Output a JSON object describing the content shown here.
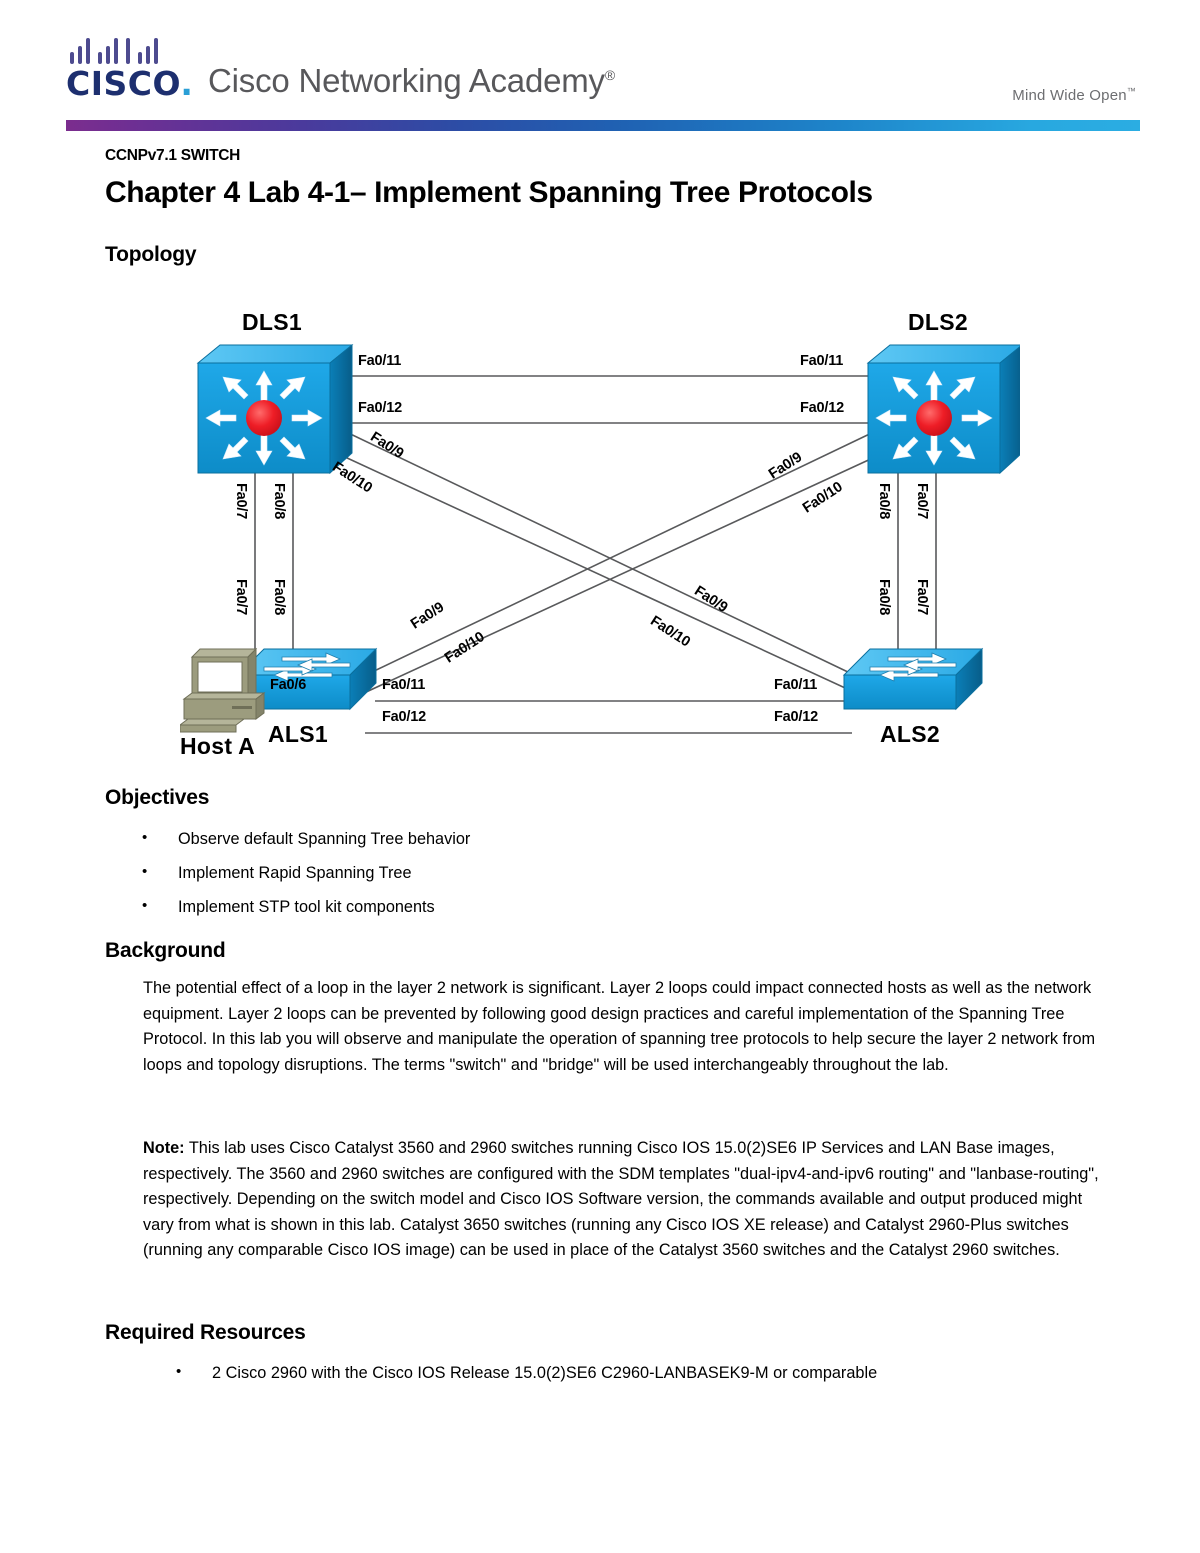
{
  "header": {
    "logo_wordmark": "CISCO",
    "logo_dot": ".",
    "academy_title": "Cisco Networking Academy",
    "academy_registered": "®",
    "tagline": "Mind Wide Open",
    "tagline_tm": "™",
    "gradient_start": "#7b2d8e",
    "gradient_end": "#2badE2"
  },
  "document": {
    "course_code": "CCNPv7.1 SWITCH",
    "lab_title": "Chapter 4 Lab 4-1– Implement Spanning Tree Protocols",
    "section_topology": "Topology",
    "section_objectives": "Objectives",
    "section_background": "Background",
    "section_required_resources": "Required Resources"
  },
  "objectives": [
    "Observe default Spanning Tree behavior",
    "Implement Rapid Spanning Tree",
    "Implement STP tool kit components"
  ],
  "background": {
    "paragraph1": "The potential effect of a loop in the layer 2 network is significant. Layer 2 loops could impact connected hosts as well as the network equipment. Layer 2 loops can be prevented by following good design practices and careful implementation of the Spanning Tree Protocol. In this lab you will observe and manipulate the operation of spanning tree protocols to help secure the layer 2 network from loops and topology disruptions. The terms \"switch\" and \"bridge\" will be used interchangeably throughout the lab.",
    "note_label": "Note:",
    "note_text": " This lab uses Cisco Catalyst 3560 and 2960 switches running Cisco IOS 15.0(2)SE6 IP Services and LAN Base images, respectively. The 3560 and 2960 switches are configured with the SDM templates \"dual-ipv4-and-ipv6 routing\" and \"lanbase-routing\", respectively. Depending on the switch model and Cisco IOS Software version, the commands available and output produced might vary from what is shown in this lab. Catalyst 3650 switches (running any Cisco IOS XE release) and Catalyst 2960-Plus switches (running any comparable Cisco IOS image) can be used in place of the Catalyst 3560 switches and the Catalyst 2960 switches."
  },
  "required_resources": [
    "2 Cisco 2960 with the Cisco IOS Release 15.0(2)SE6 C2960-LANBASEK9-M or comparable"
  ],
  "topology": {
    "nodes": [
      {
        "id": "DLS1",
        "label": "DLS1",
        "type": "multilayer-switch"
      },
      {
        "id": "DLS2",
        "label": "DLS2",
        "type": "multilayer-switch"
      },
      {
        "id": "ALS1",
        "label": "ALS1",
        "type": "access-switch"
      },
      {
        "id": "ALS2",
        "label": "ALS2",
        "type": "access-switch"
      },
      {
        "id": "HostA",
        "label": "Host A",
        "type": "workstation"
      }
    ],
    "links": [
      {
        "from": "DLS1",
        "to": "DLS2",
        "from_port": "Fa0/11",
        "to_port": "Fa0/11"
      },
      {
        "from": "DLS1",
        "to": "DLS2",
        "from_port": "Fa0/12",
        "to_port": "Fa0/12"
      },
      {
        "from": "DLS1",
        "to": "ALS1",
        "from_port": "Fa0/7",
        "to_port": "Fa0/7"
      },
      {
        "from": "DLS1",
        "to": "ALS1",
        "from_port": "Fa0/8",
        "to_port": "Fa0/8"
      },
      {
        "from": "DLS1",
        "to": "ALS2",
        "from_port": "Fa0/9",
        "to_port": "Fa0/9"
      },
      {
        "from": "DLS1",
        "to": "ALS2",
        "from_port": "Fa0/10",
        "to_port": "Fa0/10"
      },
      {
        "from": "DLS2",
        "to": "ALS1",
        "from_port": "Fa0/9",
        "to_port": "Fa0/9"
      },
      {
        "from": "DLS2",
        "to": "ALS1",
        "from_port": "Fa0/10",
        "to_port": "Fa0/10"
      },
      {
        "from": "DLS2",
        "to": "ALS2",
        "from_port": "Fa0/7",
        "to_port": "Fa0/7"
      },
      {
        "from": "DLS2",
        "to": "ALS2",
        "from_port": "Fa0/8",
        "to_port": "Fa0/8"
      },
      {
        "from": "ALS1",
        "to": "ALS2",
        "from_port": "Fa0/11",
        "to_port": "Fa0/11"
      },
      {
        "from": "ALS1",
        "to": "ALS2",
        "from_port": "Fa0/12",
        "to_port": "Fa0/12"
      },
      {
        "from": "HostA",
        "to": "ALS1",
        "from_port": "",
        "to_port": "Fa0/6"
      }
    ],
    "port_labels": {
      "dls1_fa11": "Fa0/11",
      "dls1_fa12": "Fa0/12",
      "dls2_fa11": "Fa0/11",
      "dls2_fa12": "Fa0/12",
      "dls1_fa7": "Fa0/7",
      "dls1_fa8": "Fa0/8",
      "dls1_fa9": "Fa0/9",
      "dls1_fa10": "Fa0/10",
      "dls2_fa7": "Fa0/7",
      "dls2_fa8": "Fa0/8",
      "dls2_fa9": "Fa0/9",
      "dls2_fa10": "Fa0/10",
      "als1_fa7": "Fa0/7",
      "als1_fa8": "Fa0/8",
      "als1_fa9": "Fa0/9",
      "als1_fa10": "Fa0/10",
      "als2_fa7": "Fa0/7",
      "als2_fa8": "Fa0/8",
      "als2_fa9": "Fa0/9",
      "als2_fa10": "Fa0/10",
      "als1_fa11": "Fa0/11",
      "als1_fa12": "Fa0/12",
      "als2_fa11": "Fa0/11",
      "als2_fa12": "Fa0/12",
      "als1_fa6": "Fa0/6"
    },
    "colors": {
      "switch_face": "#1ba0e0",
      "switch_top": "#41b9ef",
      "switch_side": "#0a74ab",
      "core_dot": "#ec1c24",
      "link_line": "#58595b",
      "host_body": "#9c9c7e"
    }
  }
}
